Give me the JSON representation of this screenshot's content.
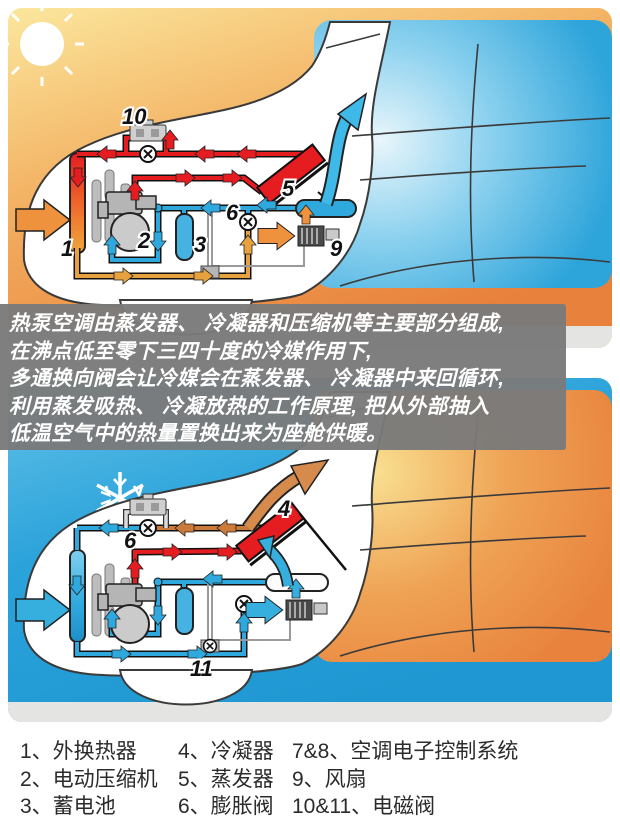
{
  "overlay": {
    "lines": [
      "热泵空调由蒸发器、 冷凝器和压缩机等主要部分组成,",
      "在沸点低至零下三四十度的冷媒作用下,",
      "多通换向阀会让冷媒会在蒸发器、 冷凝器中来回循环,",
      "利用蒸发吸热、 冷凝放热的工作原理, 把从外部抽入",
      "低温空气中的热量置换出来为座舱供暖。"
    ]
  },
  "legend": {
    "columns": [
      [
        "1、外换热器",
        "2、电动压缩机",
        "3、蓄电池"
      ],
      [
        "4、冷凝器",
        "5、蒸发器",
        "6、膨胀阀"
      ],
      [
        "7&8、空调电子控制系统",
        "9、风扇",
        "10&11、电磁阀"
      ]
    ]
  },
  "panels": {
    "summer": {
      "icon": "sun-icon",
      "labels": {
        "hx": "1",
        "compressor": "2",
        "battery": "3",
        "evaporator": "5",
        "expansion_valve": "6",
        "fan": "9",
        "solenoid": "10"
      }
    },
    "winter": {
      "icon": "snowflake-icon",
      "labels": {
        "condenser": "4",
        "expansion_valve": "6",
        "solenoid": "11"
      }
    }
  },
  "colors": {
    "hot_refrigerant": "#e51c20",
    "cold_refrigerant": "#2fa8de",
    "warm_air": "#ee923d",
    "summer_background_top": "#fbe79d",
    "summer_background_bottom": "#e8813c",
    "winter_background": "#2aa2da",
    "overlay_background": "#7a7a7a"
  }
}
